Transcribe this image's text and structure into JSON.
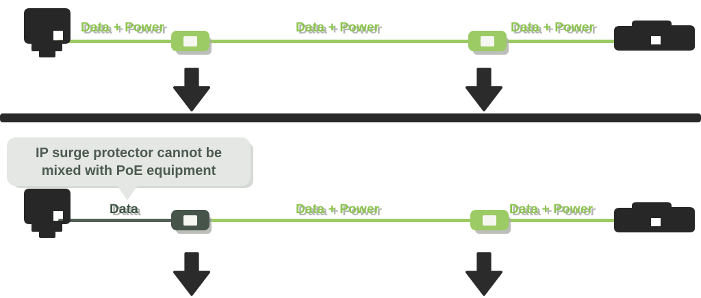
{
  "top_row": {
    "segment_labels": [
      "Data + Power",
      "Data + Power",
      "Data + Power"
    ],
    "left_device_icon": "poe-switch-icon",
    "right_device_icon": "ip-camera-icon",
    "inline_device_icon": "poe-surge-protector",
    "arrow_icon": "down-arrow-icon"
  },
  "callout": {
    "text": "IP surge protector cannot be mixed with PoE equipment"
  },
  "bottom_row": {
    "segment_labels": [
      "Data",
      "Data + Power",
      "Data + Power"
    ],
    "left_device_icon": "poe-switch-icon",
    "right_device_icon": "ip-camera-icon",
    "inline_device_icons": [
      "ip-surge-protector",
      "poe-surge-protector"
    ],
    "arrow_icon": "down-arrow-icon"
  },
  "colors": {
    "green": "#9cca64",
    "green_label": "#8cc44d",
    "dark_icon": "#272727",
    "dark_line": "#526054",
    "dark_device": "#46544a",
    "dark_label": "#3e5443",
    "bubble_bg": "#e4e7e3",
    "bubble_text": "#4d5b53",
    "divider": "#292929",
    "shadow_gray": "#b3b6b1"
  }
}
